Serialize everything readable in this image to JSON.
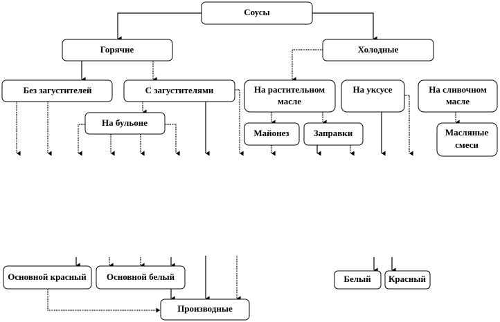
{
  "nodes": {
    "sauces": "Соусы",
    "hot": "Горячие",
    "cold": "Холодные",
    "no_thickener": "Без загустителей",
    "with_thickener": "С загустителями",
    "on_broth": "На бульоне",
    "veg_oil_1": "На растительном",
    "veg_oil_2": "масле",
    "vinegar": "На уксусе",
    "butter_1": "На сливочном",
    "butter_2": "масле",
    "mayonnaise": "Майонез",
    "dressings": "Заправки",
    "butter_mix_1": "Масляные",
    "butter_mix_2": "смеси",
    "basic_red": "Основной красный",
    "basic_white": "Основной белый",
    "derivatives": "Производные",
    "white": "Белый",
    "red": "Красный"
  }
}
